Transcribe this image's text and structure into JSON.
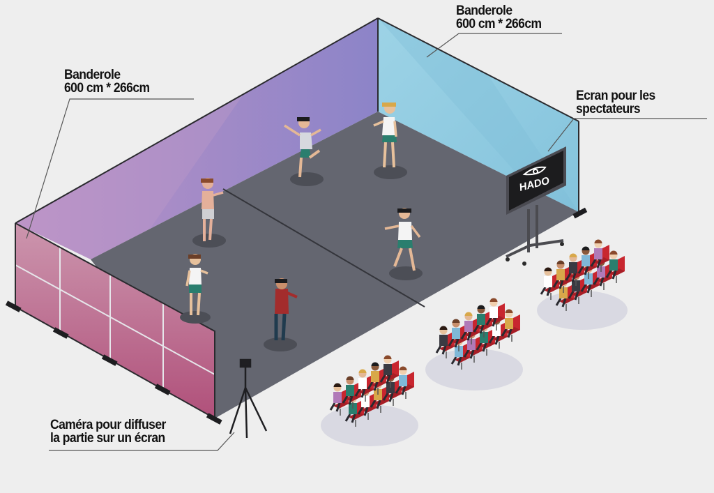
{
  "colors": {
    "background": "#eeeeee",
    "floor": "#646670",
    "left_wall_top": "#b896c8",
    "left_wall_bottom": "#8f86c6",
    "right_wall": "#8ecbe0",
    "front_banner_top": "#c893aa",
    "front_banner_bottom": "#b5587a",
    "chair": "#c8262f",
    "leader_line": "#555555"
  },
  "labels": {
    "banner_left": {
      "line1": "Banderole",
      "line2": "600 cm * 266cm"
    },
    "banner_right": {
      "line1": "Banderole",
      "line2": "600 cm * 266cm"
    },
    "screen": {
      "line1": "Ecran pour les",
      "line2": "spectateurs"
    },
    "camera": {
      "line1": "Caméra pour diffuser",
      "line2": "la partie sur un écran"
    }
  },
  "screen_logo": "HADO",
  "icons": {
    "logo": "hado-eye-logo-icon",
    "camera": "camera-tripod-icon",
    "player": "vr-player-icon",
    "spectator": "spectator-icon"
  }
}
